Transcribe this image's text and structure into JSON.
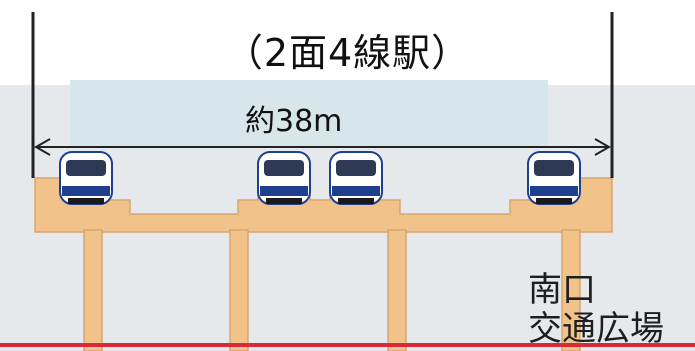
{
  "title": "（2面4線駅）",
  "width_label": "約38m",
  "exit_label": {
    "line1": "南口",
    "line2": "交通広場"
  },
  "colors": {
    "background_band": "#e6e9ec",
    "upper_band": "#d6e6ea",
    "structure": "#f2c28b",
    "structure_edge": "#d7a56e",
    "ground_line": "#d92a3a",
    "dimension_line": "#222222",
    "train_body": "#ffffff",
    "train_stripe": "#1f3f8f"
  },
  "icons": [
    "train-front-icon",
    "dimension-arrow-icon"
  ]
}
